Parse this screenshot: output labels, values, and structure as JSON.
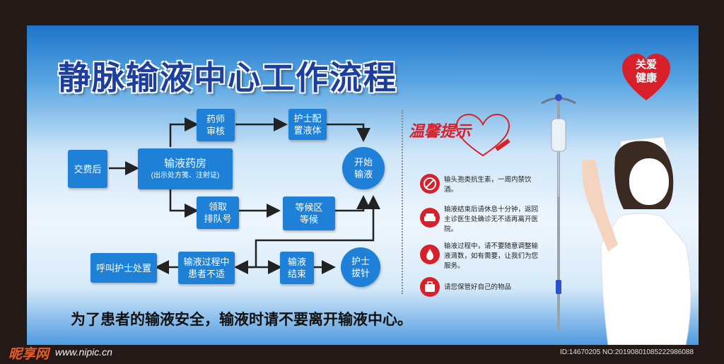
{
  "title": "静脉输液中心工作流程",
  "badge": {
    "line1": "关爱",
    "line2": "健康"
  },
  "flow": {
    "pay": "交费后",
    "pharmacy": {
      "label": "输液药房",
      "sub": "(出示处方笺、注射证)"
    },
    "review": {
      "l1": "药师",
      "l2": "审核"
    },
    "prepare": {
      "l1": "护士配",
      "l2": "置液体"
    },
    "start": {
      "l1": "开始",
      "l2": "输液"
    },
    "queue": {
      "l1": "领取",
      "l2": "排队号"
    },
    "wait": {
      "l1": "等候区",
      "l2": "等候"
    },
    "call": "呼叫护士处置",
    "discomfort": {
      "l1": "输液过程中",
      "l2": "患者不适"
    },
    "finish": {
      "l1": "输液",
      "l2": "结束"
    },
    "remove": {
      "l1": "护士",
      "l2": "拔针"
    }
  },
  "tips": {
    "title": "温馨提示",
    "items": [
      {
        "icon": "no-drinking-icon",
        "text": "输头孢类抗生素，一周内禁饮酒。"
      },
      {
        "icon": "rest-icon",
        "text": "输液结束后请休息十分钟，返回主诊医生处确诊无不适再离开医院。"
      },
      {
        "icon": "drip-adjust-icon",
        "text": "输液过程中，请不要随意调整输液滴数，如有需要，让我们为您服务。"
      },
      {
        "icon": "luggage-icon",
        "text": "请您保管好自己的物品"
      }
    ]
  },
  "slogan": "为了患者的输液安全，输液时请不要离开输液中心。",
  "watermark": {
    "brand": "昵享网",
    "url": "www.nipic.cn",
    "id": "ID:14670205 NO:20190801085222986088"
  },
  "colors": {
    "accent": "#1e80d6",
    "title": "#1c3f9d",
    "warning": "#d8202a"
  }
}
